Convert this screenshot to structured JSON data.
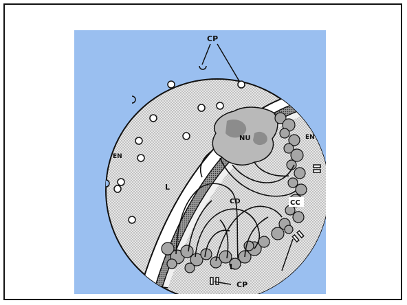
{
  "colors": {
    "background": "#9abff0",
    "envelope_fill": "#e6e6e6",
    "outline": "#111111",
    "nucleolus_fill": "#b8b8b8",
    "chromatin_fill": "#9c9c9c"
  },
  "labels": {
    "cp_top": "CP",
    "cp_bottom": "CP",
    "en_outer": "EN",
    "en_inner": "EN",
    "nu": "NU",
    "l_left": "L",
    "l_bottom": "L",
    "cd": "CD",
    "cc": "CC"
  }
}
